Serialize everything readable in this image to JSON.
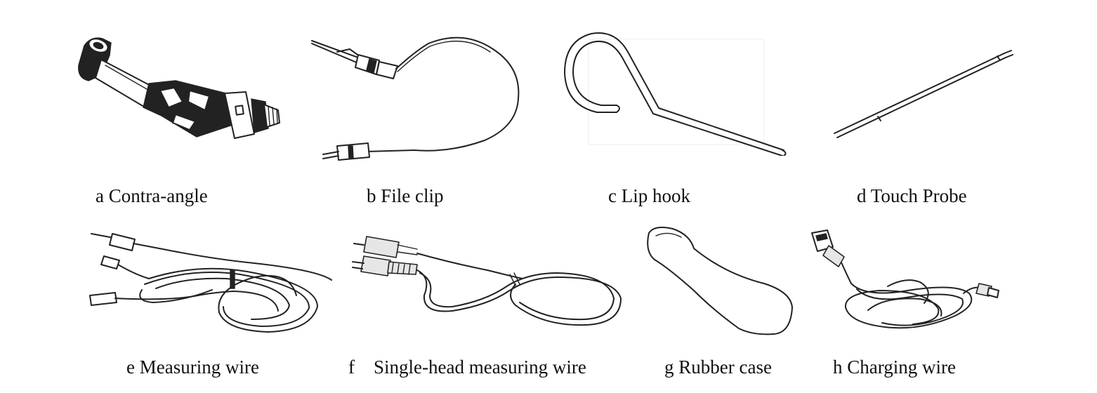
{
  "items": [
    {
      "letter": "a",
      "label": "a Contra-angle",
      "icon": "contra-angle-handpiece"
    },
    {
      "letter": "b",
      "label": "b File clip",
      "icon": "file-clip"
    },
    {
      "letter": "c",
      "label": "c Lip hook",
      "icon": "lip-hook"
    },
    {
      "letter": "d",
      "label": "d Touch Probe",
      "icon": "touch-probe"
    },
    {
      "letter": "e",
      "label": "e Measuring wire",
      "icon": "measuring-wire"
    },
    {
      "letter": "f",
      "label": "f    Single-head measuring wire",
      "icon": "single-head-measuring-wire"
    },
    {
      "letter": "g",
      "label": "g Rubber case",
      "icon": "rubber-case"
    },
    {
      "letter": "h",
      "label": "h Charging wire",
      "icon": "usb-charging-wire"
    }
  ]
}
